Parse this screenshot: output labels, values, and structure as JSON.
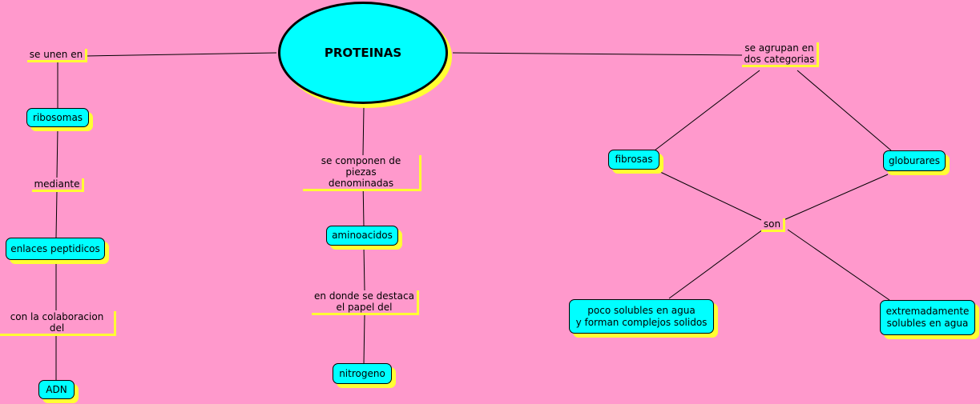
{
  "main_concept": "PROTEINAS",
  "left": {
    "link1": "se unen en",
    "ribosomas": "ribosomas",
    "link2": "mediante",
    "enlaces": "enlaces peptidicos",
    "link3": "con la colaboracion del",
    "adn": "ADN"
  },
  "center": {
    "link1": "se componen de piezas\ndenominadas",
    "aminoacidos": "aminoacidos",
    "link2": "en donde se destaca\nel papel del",
    "nitrogeno": "nitrogeno"
  },
  "right": {
    "link1": "se agrupan en\ndos categorias",
    "fibrosas": "fibrosas",
    "globurares": "globurares",
    "link2": "son",
    "poco": "poco solubles en agua\ny forman complejos solidos",
    "extremadamente": "extremadamente\nsolubles en agua"
  },
  "colors": {
    "background": "#ff99cc",
    "node_fill": "#00ffff",
    "shadow": "#ffff33",
    "line": "#000000"
  }
}
